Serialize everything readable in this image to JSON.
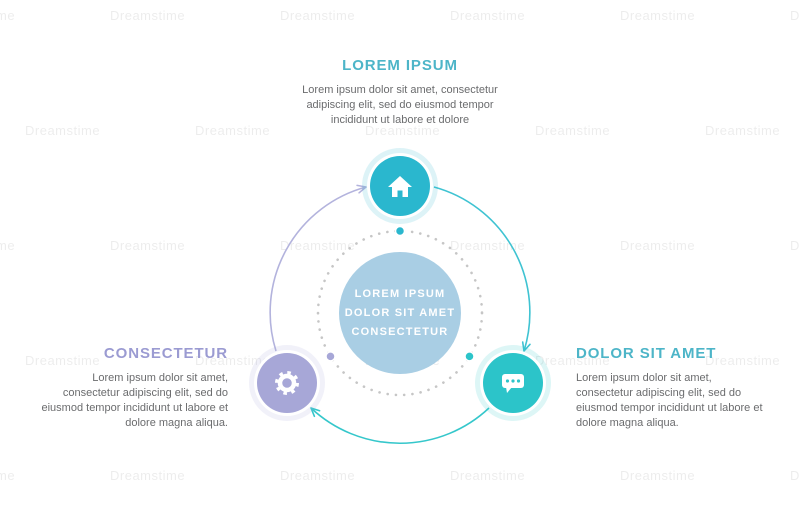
{
  "watermark": {
    "text": "Dreamstime"
  },
  "colors": {
    "node_top": "#2ab7ce",
    "node_right": "#2cc4c9",
    "node_left": "#a7a7d7",
    "center_circle": "#a9cee4",
    "arc_purple": "#b3b3dd",
    "arc_teal_right": "#3fc3d2",
    "arc_teal_bottom": "#35c7cb",
    "heading_teal": "#4db5c8",
    "heading_purple": "#9b9bd2",
    "body_text": "#6b6c6e",
    "ring_dots": "#c6c6c6",
    "icon_white": "#ffffff"
  },
  "center": {
    "lines": [
      "LOREM IPSUM",
      "DOLOR SIT AMET",
      "CONSECTETUR"
    ]
  },
  "nodes": {
    "top": {
      "icon": "home-icon",
      "heading": "LOREM IPSUM",
      "body": "Lorem ipsum dolor sit amet, consectetur adipiscing elit, sed do eiusmod tempor incididunt ut labore et dolore"
    },
    "right": {
      "icon": "chat-icon",
      "heading": "DOLOR SIT AMET",
      "body": "Lorem ipsum dolor sit amet, consectetur adipiscing elit, sed do eiusmod tempor incididunt ut labore et dolore magna aliqua."
    },
    "left": {
      "icon": "gear-icon",
      "heading": "CONSECTETUR",
      "body": "Lorem ipsum dolor sit amet, consectetur adipiscing elit, sed do eiusmod tempor incididunt ut labore et dolore magna aliqua."
    }
  }
}
